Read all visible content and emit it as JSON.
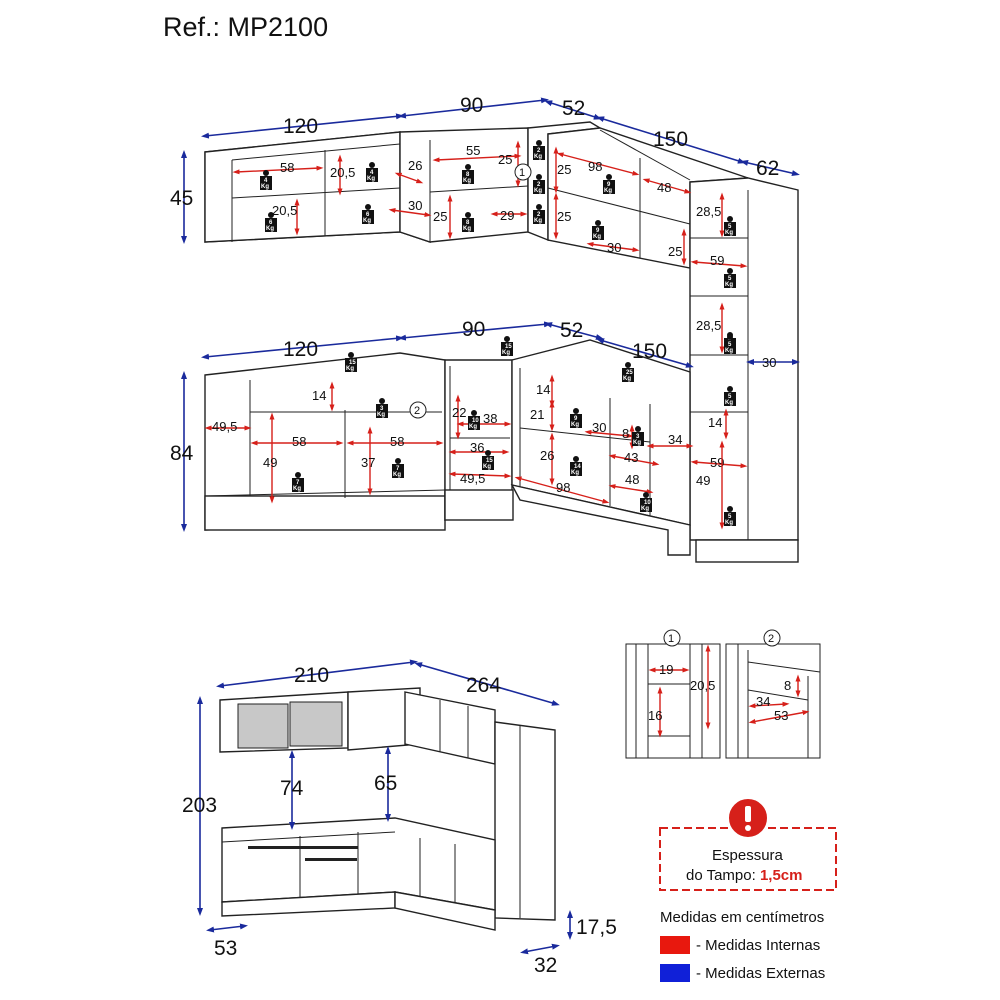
{
  "title": "Ref.: MP2100",
  "colors": {
    "external": "#1a2a9c",
    "internal": "#d6201a",
    "lines": "#222222"
  },
  "upper_dims_ext": [
    "120",
    "90",
    "52",
    "150",
    "62",
    "45"
  ],
  "upper_dims_int": [
    "58",
    "20,5",
    "26",
    "20,5",
    "30",
    "55",
    "25",
    "25",
    "29",
    "25",
    "25",
    "98",
    "48",
    "30",
    "25",
    "28,5",
    "59",
    "28,5"
  ],
  "upper_weights": [
    "4",
    "4",
    "6",
    "6",
    "8",
    "8",
    "2",
    "2",
    "2",
    "9",
    "9",
    "5",
    "5",
    "5"
  ],
  "lower_dims_ext": [
    "120",
    "90",
    "52",
    "150",
    "84",
    "30"
  ],
  "lower_dims_int": [
    "14",
    "49,5",
    "58",
    "49",
    "58",
    "37",
    "22",
    "38",
    "36",
    "49,5",
    "14",
    "21",
    "30",
    "8",
    "34",
    "26",
    "43",
    "98",
    "48",
    "59",
    "14",
    "49"
  ],
  "lower_weights": [
    "15",
    "15",
    "25",
    "3",
    "7",
    "7",
    "10",
    "15",
    "9",
    "3",
    "14",
    "10",
    "5",
    "5",
    "5"
  ],
  "weight_unit": "Kg",
  "callouts": [
    "1",
    "2"
  ],
  "overview_dims": [
    "210",
    "264",
    "203",
    "74",
    "65",
    "53",
    "17,5",
    "32"
  ],
  "detail1_dims": [
    "19",
    "20,5",
    "16"
  ],
  "detail2_dims": [
    "8",
    "34",
    "53"
  ],
  "note": {
    "line1": "Espessura",
    "line2_prefix": "do Tampo: ",
    "line2_value": "1,5cm",
    "icon": "warning-exclamation-icon"
  },
  "legend": {
    "title": "Medidas em centímetros",
    "internal": "- Medidas Internas",
    "external": "- Medidas Externas"
  }
}
